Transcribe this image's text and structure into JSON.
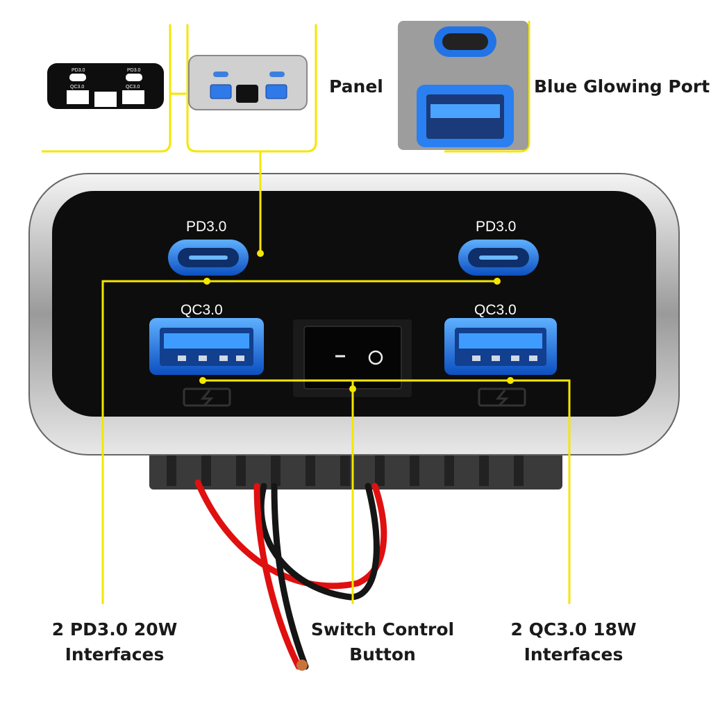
{
  "callouts": {
    "panel": "Panel",
    "blue_port": "Blue Glowing Port",
    "pd_line1": "2 PD3.0 20W",
    "pd_line2": "Interfaces",
    "switch_line1": "Switch Control",
    "switch_line2": "Button",
    "qc_line1": "2 QC3.0 18W",
    "qc_line2": "Interfaces"
  },
  "device": {
    "pd_left": "PD3.0",
    "pd_right": "PD3.0",
    "qc_left": "QC3.0",
    "qc_right": "QC3.0"
  },
  "panel_sticker": {
    "pd_left": "PD3.0",
    "pd_right": "PD3.0",
    "qc_left": "QC3.0",
    "qc_right": "QC3.0"
  },
  "colors": {
    "accent": "#f5e600",
    "glow": "#1e6fe0",
    "panel": "#0d0d0d"
  }
}
